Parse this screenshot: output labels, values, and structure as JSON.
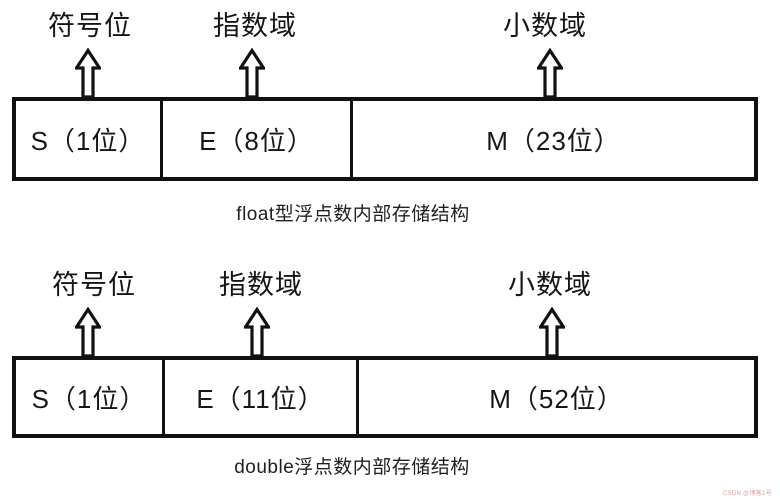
{
  "page": {
    "background_color": "#ffffff",
    "ink_color": "#111111"
  },
  "diagrams": [
    {
      "id": "float",
      "field_labels": [
        "符号位",
        "指数域",
        "小数域"
      ],
      "cells": [
        "S（1位）",
        "E（8位）",
        "M（23位）"
      ],
      "caption": "float型浮点数内部存储结构"
    },
    {
      "id": "double",
      "field_labels": [
        "符号位",
        "指数域",
        "小数域"
      ],
      "cells": [
        "S（1位）",
        "E（11位）",
        "M（52位）"
      ],
      "caption": "double浮点数内部存储结构"
    }
  ],
  "watermark": {
    "text": "CSDN @博客1号",
    "color": "#d67878"
  }
}
